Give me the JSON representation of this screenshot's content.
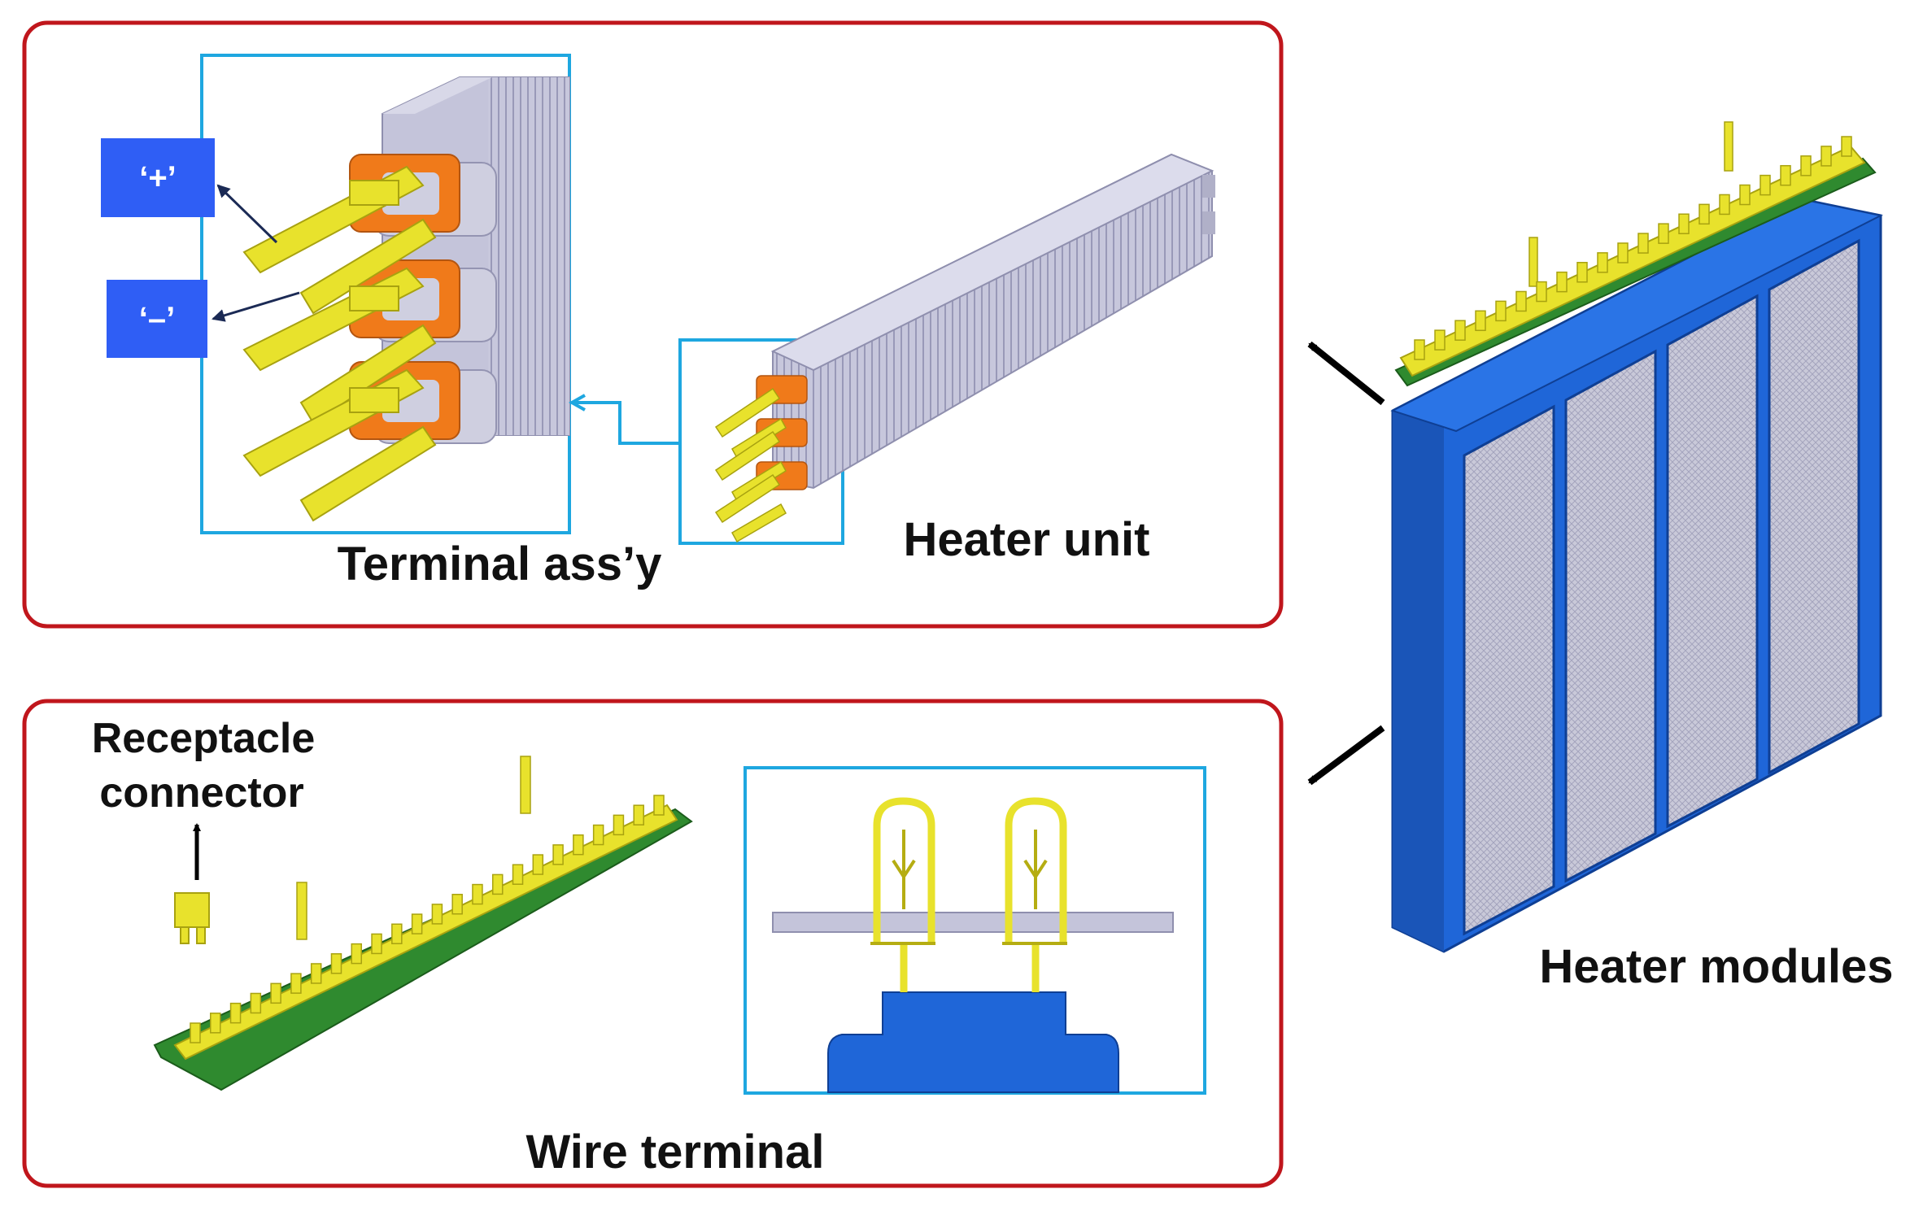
{
  "labels": {
    "plus": "‘+’",
    "minus": "‘–’",
    "terminal_assy": "Terminal ass’y",
    "heater_unit": "Heater unit",
    "heater_modules": "Heater modules",
    "receptacle_line1": "Receptacle",
    "receptacle_line2": "connector",
    "wire_terminal": "Wire terminal"
  },
  "colors": {
    "panel_border": "#c0161c",
    "callout_border": "#1ea7e0",
    "badge_fill": "#2f5ef5",
    "module_blue": "#1f66d8",
    "fin_gray": "#b9b9d3",
    "terminal_yellow": "#e8e22c",
    "terminal_orange": "#f07a1a",
    "pcb_green": "#2f8a2f"
  }
}
